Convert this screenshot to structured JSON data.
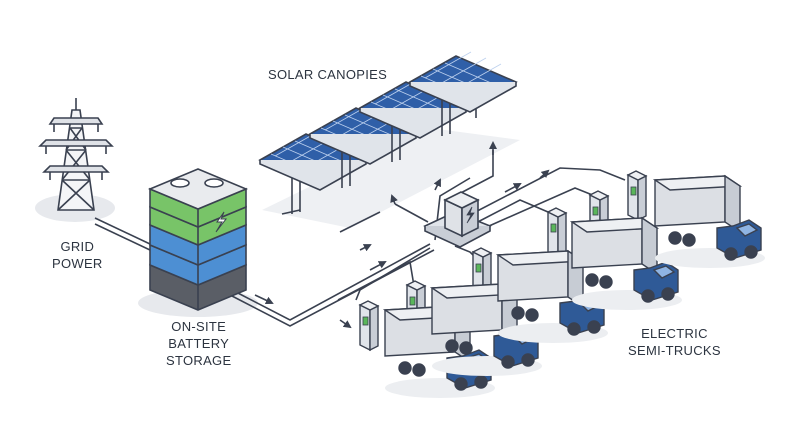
{
  "labels": {
    "solar": "SOLAR CANOPIES",
    "grid": [
      "GRID",
      "POWER"
    ],
    "battery": [
      "ON-SITE",
      "BATTERY",
      "STORAGE"
    ],
    "trucks": [
      "ELECTRIC",
      "SEMI-TRUCKS"
    ]
  },
  "colors": {
    "outline": "#3a4150",
    "panel": "#2f5fa8",
    "panel_grid": "#bcd0ee",
    "battery_green": "#78c468",
    "battery_blue": "#4d8fd3",
    "battery_dark": "#5a5e66",
    "truck_cab": "#2f5a97",
    "trailer": "#dcdfe4",
    "charger_green": "#5ab65a",
    "shadow": "#e7e9ed"
  },
  "icons": {
    "battery_symbol": "lightning-bolt-icon",
    "hub_symbol": "lightning-bolt-icon",
    "charger_symbol": "fuel-pump-icon"
  }
}
